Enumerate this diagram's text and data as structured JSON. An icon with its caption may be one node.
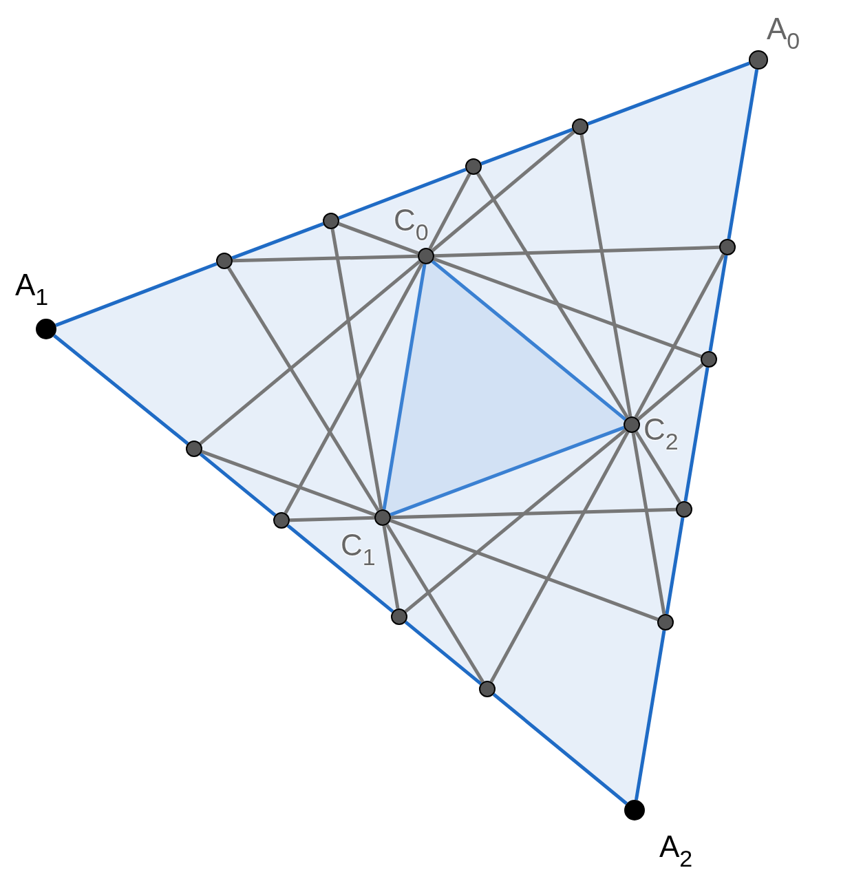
{
  "diagram": {
    "nodes": [
      {
        "text": [],
        "shape": "circle",
        "beside": [
          "A$_{0}$"
        ]
      },
      {
        "text": [],
        "shape": "circle",
        "beside": [
          "A$_{1}$"
        ]
      },
      {
        "text": [],
        "shape": "circle",
        "beside": [
          "A$_{2}$"
        ]
      },
      {
        "text": [],
        "shape": "circle",
        "beside": [
          "C$_{0}$"
        ]
      },
      {
        "text": [],
        "shape": "circle",
        "beside": [
          "C$_{1}$"
        ]
      },
      {
        "text": [],
        "shape": "circle",
        "beside": [
          "C$_{2}$"
        ]
      },
      {
        "text": [],
        "shape": "circle"
      },
      {
        "text": [],
        "shape": "circle"
      },
      {
        "text": [],
        "shape": "circle"
      },
      {
        "text": [],
        "shape": "circle"
      },
      {
        "text": [],
        "shape": "circle"
      },
      {
        "text": [],
        "shape": "circle"
      },
      {
        "text": [],
        "shape": "circle"
      },
      {
        "text": [],
        "shape": "circle"
      },
      {
        "text": [],
        "shape": "circle"
      },
      {
        "text": [],
        "shape": "circle"
      },
      {
        "text": [],
        "shape": "circle"
      },
      {
        "text": [],
        "shape": "circle"
      }
    ],
    "edges": [
      {
        "from": 1,
        "to": 6,
        "arrow": "none",
        "color": "#1f6bc5"
      },
      {
        "from": 6,
        "to": 7,
        "arrow": "none",
        "color": "#1f6bc5"
      },
      {
        "from": 7,
        "to": 8,
        "arrow": "none",
        "color": "#1f6bc5"
      },
      {
        "from": 8,
        "to": 9,
        "arrow": "none",
        "color": "#1f6bc5"
      },
      {
        "from": 9,
        "to": 0,
        "arrow": "none",
        "color": "#1f6bc5"
      },
      {
        "from": 0,
        "to": 10,
        "arrow": "none",
        "color": "#1f6bc5"
      },
      {
        "from": 10,
        "to": 11,
        "arrow": "none",
        "color": "#1f6bc5"
      },
      {
        "from": 11,
        "to": 12,
        "arrow": "none",
        "color": "#1f6bc5"
      },
      {
        "from": 12,
        "to": 13,
        "arrow": "none",
        "color": "#1f6bc5"
      },
      {
        "from": 13,
        "to": 2,
        "arrow": "none",
        "color": "#1f6bc5"
      },
      {
        "from": 2,
        "to": 17,
        "arrow": "none",
        "color": "#1f6bc5"
      },
      {
        "from": 17,
        "to": 16,
        "arrow": "none",
        "color": "#1f6bc5"
      },
      {
        "from": 16,
        "to": 15,
        "arrow": "none",
        "color": "#1f6bc5"
      },
      {
        "from": 15,
        "to": 14,
        "arrow": "none",
        "color": "#1f6bc5"
      },
      {
        "from": 14,
        "to": 1,
        "arrow": "none",
        "color": "#1f6bc5"
      },
      {
        "from": 3,
        "to": 4,
        "arrow": "none",
        "color": "#3a80d2"
      },
      {
        "from": 4,
        "to": 5,
        "arrow": "none",
        "color": "#3a80d2"
      },
      {
        "from": 5,
        "to": 3,
        "arrow": "none",
        "color": "#3a80d2"
      },
      {
        "from": 6,
        "to": 3,
        "arrow": "none"
      },
      {
        "from": 3,
        "to": 10,
        "arrow": "none"
      },
      {
        "from": 6,
        "to": 4,
        "arrow": "none"
      },
      {
        "from": 4,
        "to": 17,
        "arrow": "none"
      },
      {
        "from": 7,
        "to": 3,
        "arrow": "none"
      },
      {
        "from": 3,
        "to": 11,
        "arrow": "none"
      },
      {
        "from": 7,
        "to": 4,
        "arrow": "none"
      },
      {
        "from": 4,
        "to": 16,
        "arrow": "none"
      },
      {
        "from": 8,
        "to": 3,
        "arrow": "none"
      },
      {
        "from": 3,
        "to": 15,
        "arrow": "none"
      },
      {
        "from": 8,
        "to": 5,
        "arrow": "none"
      },
      {
        "from": 5,
        "to": 12,
        "arrow": "none"
      },
      {
        "from": 9,
        "to": 3,
        "arrow": "none"
      },
      {
        "from": 3,
        "to": 14,
        "arrow": "none"
      },
      {
        "from": 9,
        "to": 5,
        "arrow": "none"
      },
      {
        "from": 5,
        "to": 13,
        "arrow": "none"
      },
      {
        "from": 10,
        "to": 5,
        "arrow": "none"
      },
      {
        "from": 5,
        "to": 17,
        "arrow": "none"
      },
      {
        "from": 11,
        "to": 5,
        "arrow": "none"
      },
      {
        "from": 5,
        "to": 16,
        "arrow": "none"
      },
      {
        "from": 12,
        "to": 4,
        "arrow": "none"
      },
      {
        "from": 4,
        "to": 15,
        "arrow": "none"
      },
      {
        "from": 13,
        "to": 4,
        "arrow": "none"
      },
      {
        "from": 4,
        "to": 14,
        "arrow": "none"
      }
    ]
  }
}
